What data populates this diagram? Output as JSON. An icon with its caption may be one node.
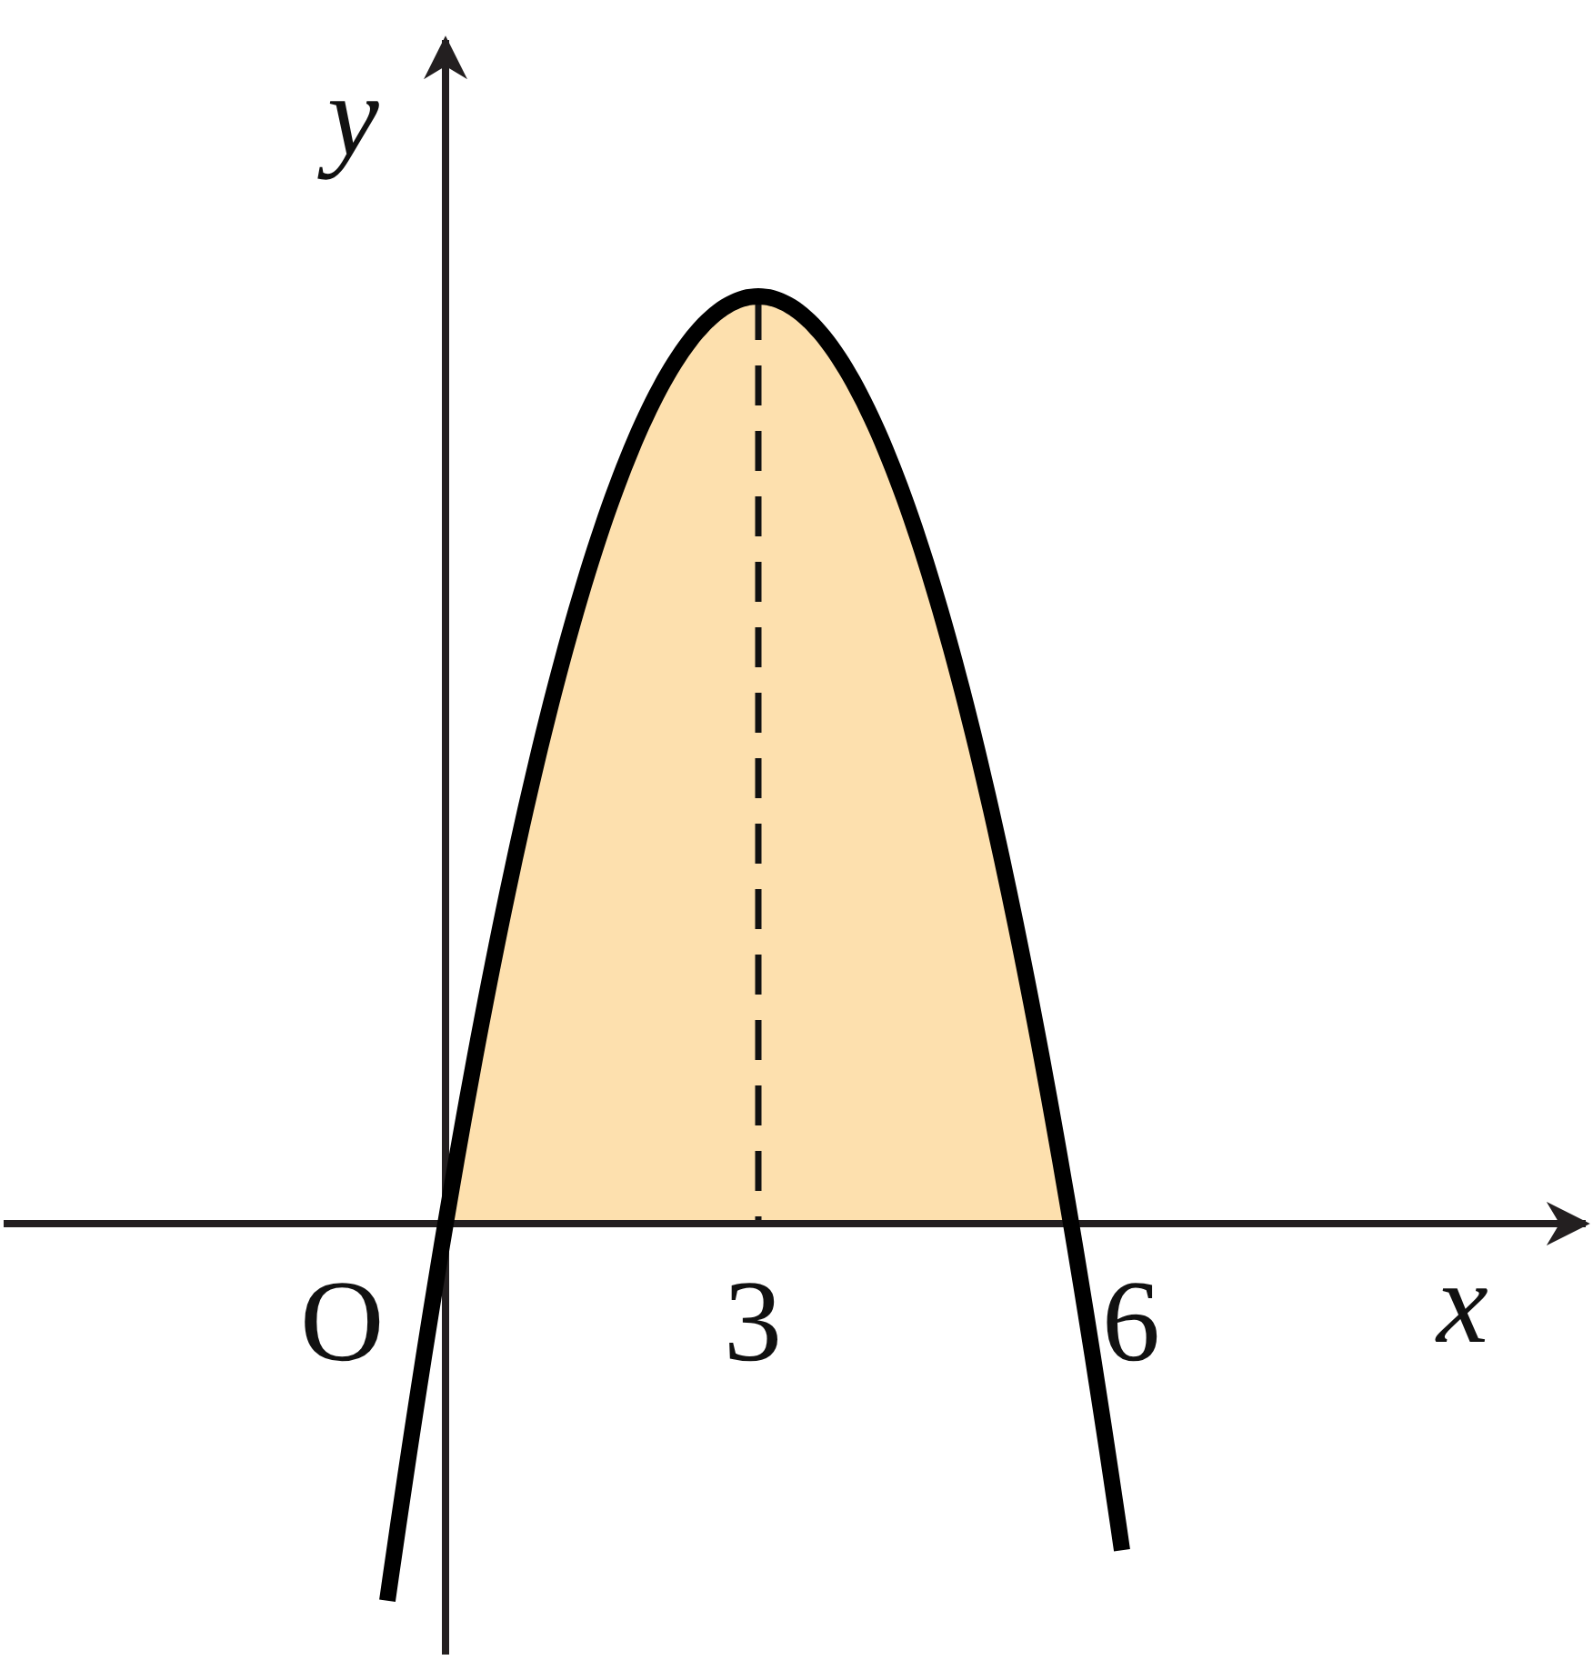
{
  "diagram": {
    "labels": [
      "y",
      "O",
      "3",
      "6",
      "x"
    ]
  }
}
